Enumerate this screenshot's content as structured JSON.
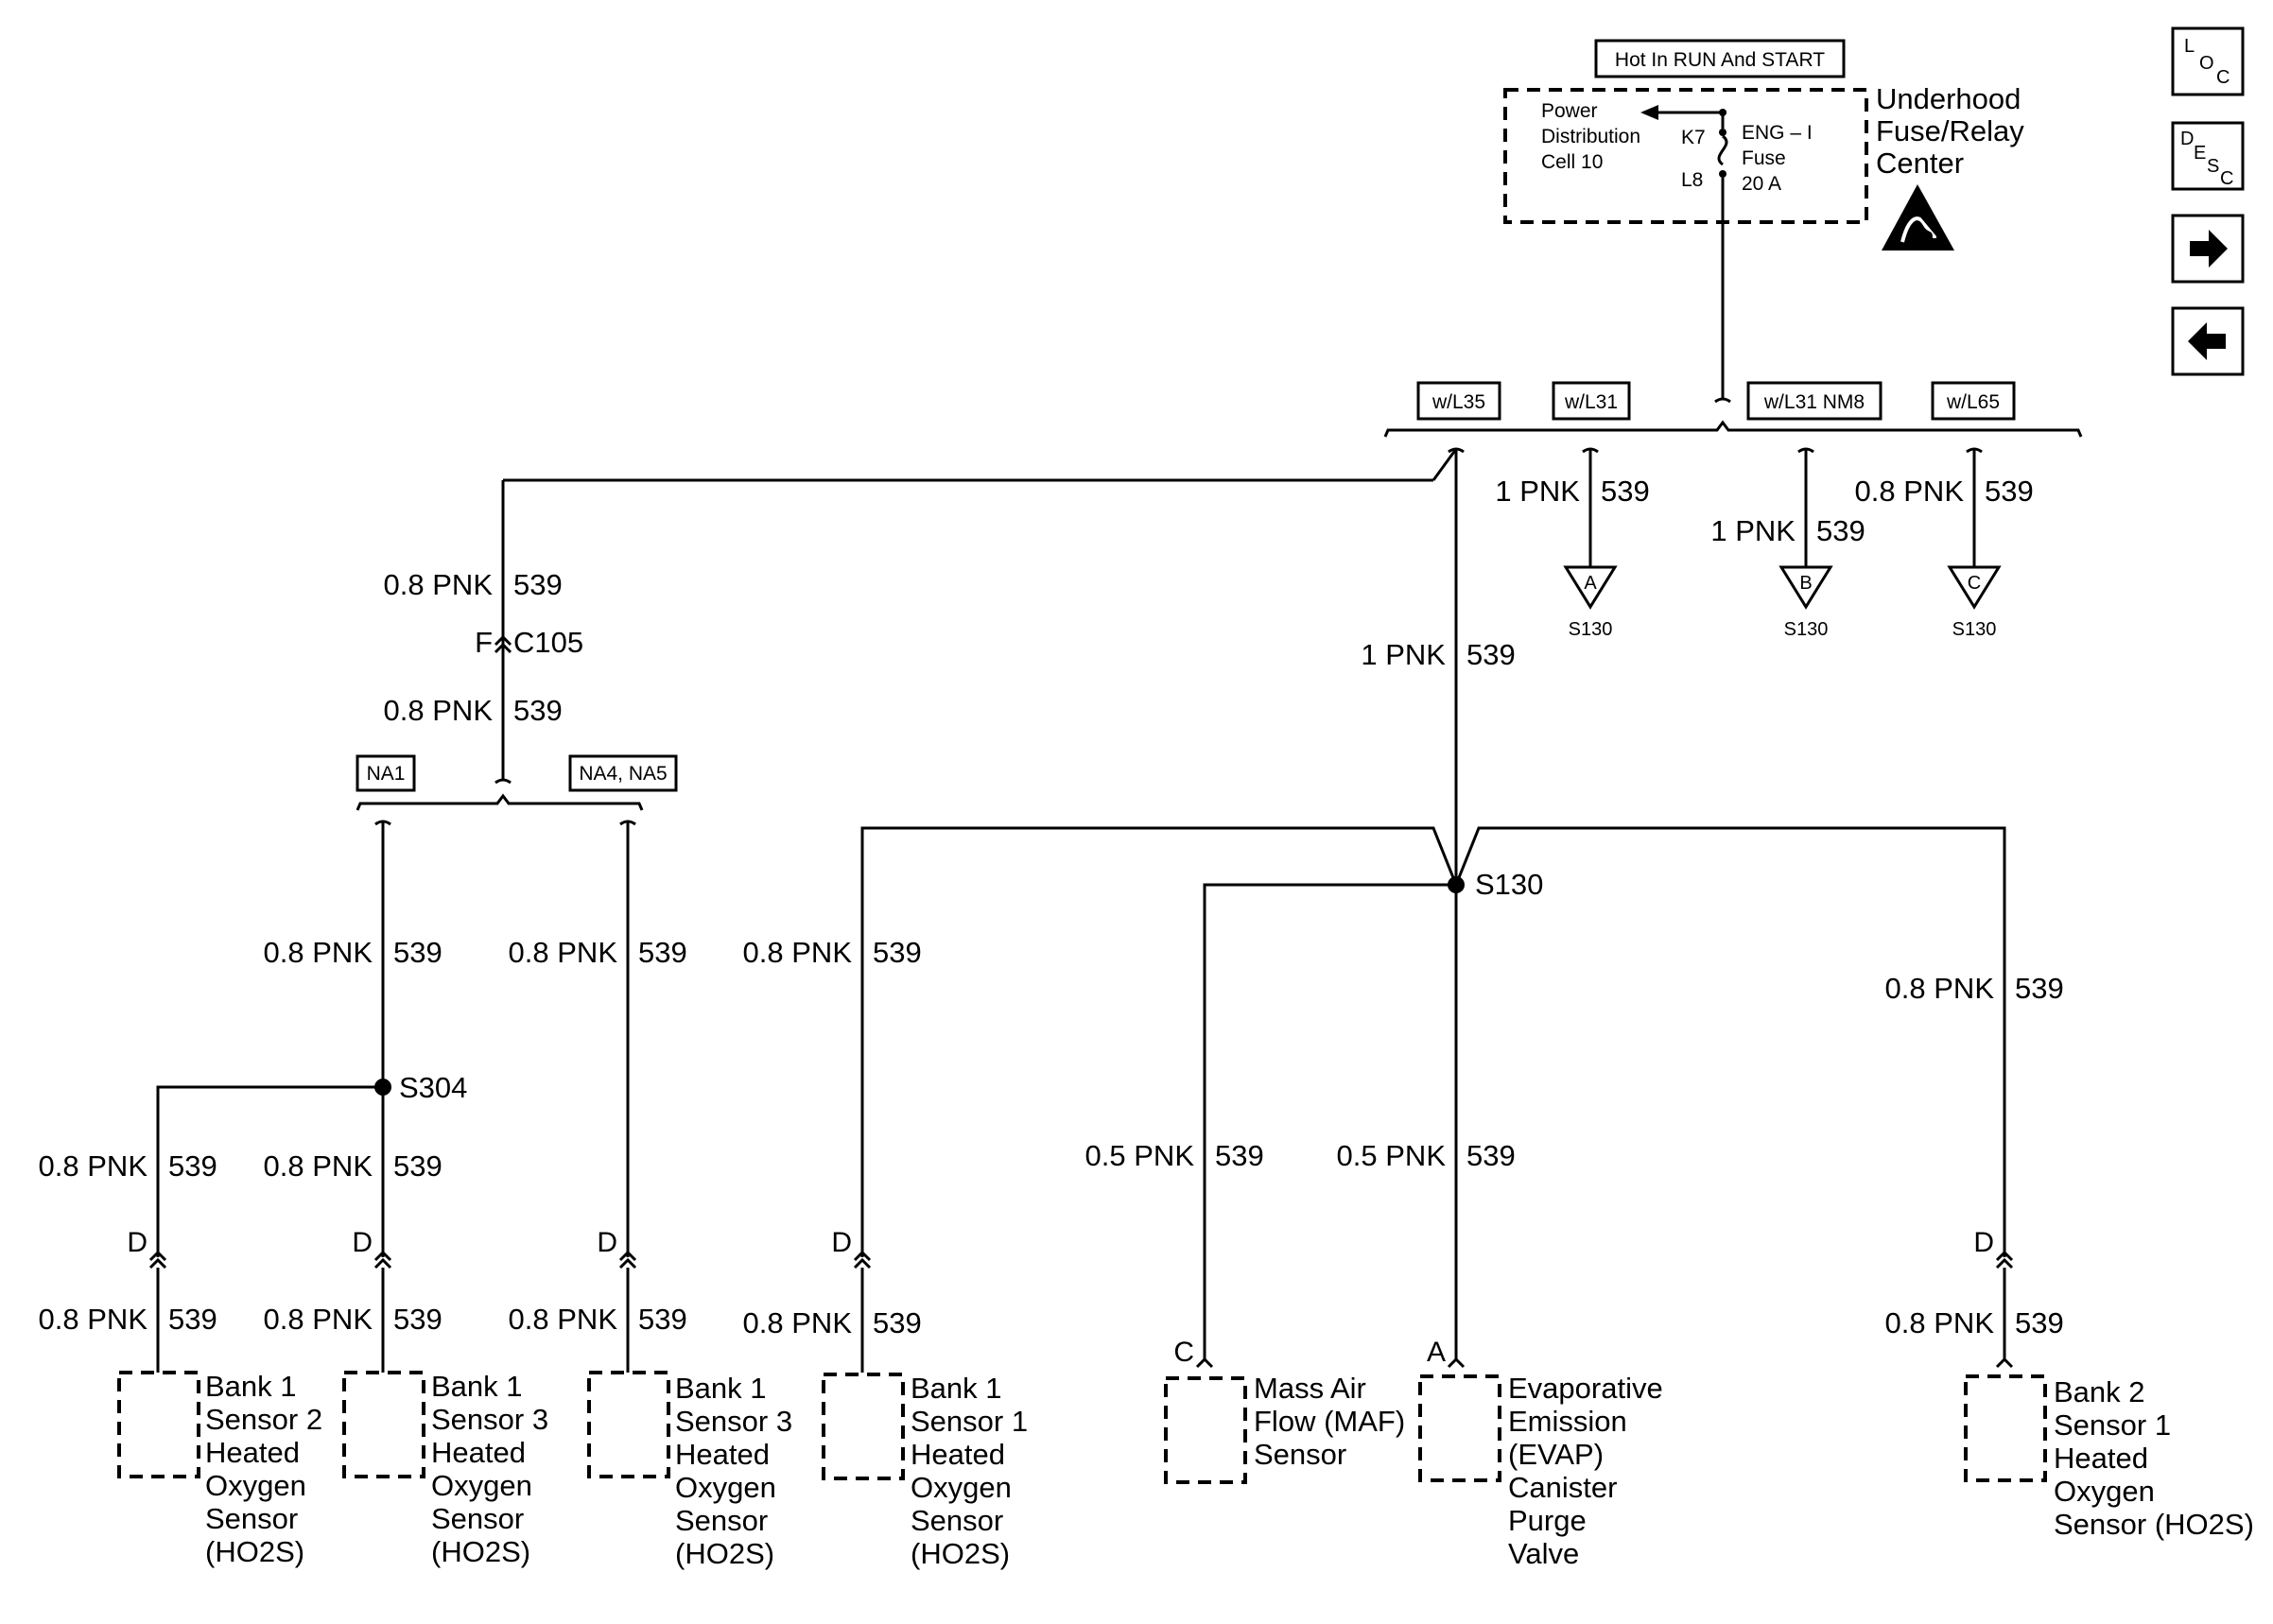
{
  "fuse_center": {
    "hot_label": "Hot In RUN And START",
    "title_lines": [
      "Underhood",
      "Fuse/Relay",
      "Center"
    ],
    "pd_lines": [
      "Power",
      "Distribution",
      "Cell 10"
    ],
    "k7": "K7",
    "l8": "L8",
    "fuse_lines": [
      "ENG – I",
      "Fuse",
      "20 A"
    ]
  },
  "options": {
    "w_l35": "w/L35",
    "w_l31": "w/L31",
    "w_l31_nm8": "w/L31 NM8",
    "w_l65": "w/L65",
    "na1": "NA1",
    "na4_na5": "NA4, NA5"
  },
  "wires": {
    "size_08": "0.8 PNK",
    "size_1": "1 PNK",
    "size_05": "0.5 PNK",
    "circuit": "539"
  },
  "splices": {
    "s130": "S130",
    "s304": "S304"
  },
  "connector_c105": {
    "pin": "F",
    "name": "C105"
  },
  "splice_refs": [
    {
      "letter": "A",
      "splice": "S130"
    },
    {
      "letter": "B",
      "splice": "S130"
    },
    {
      "letter": "C",
      "splice": "S130"
    }
  ],
  "components": [
    {
      "pin": "D",
      "lines": [
        "Bank 1",
        "Sensor 2",
        "Heated",
        "Oxygen",
        "Sensor",
        "(HO2S)"
      ]
    },
    {
      "pin": "D",
      "lines": [
        "Bank 1",
        "Sensor 3",
        "Heated",
        "Oxygen",
        "Sensor",
        "(HO2S)"
      ]
    },
    {
      "pin": "D",
      "lines": [
        "Bank 1",
        "Sensor 3",
        "Heated",
        "Oxygen",
        "Sensor",
        "(HO2S)"
      ]
    },
    {
      "pin": "D",
      "lines": [
        "Bank 1",
        "Sensor 1",
        "Heated",
        "Oxygen",
        "Sensor",
        "(HO2S)"
      ]
    },
    {
      "pin": "C",
      "lines": [
        "Mass Air",
        "Flow (MAF)",
        "Sensor"
      ]
    },
    {
      "pin": "A",
      "lines": [
        "Evaporative",
        "Emission",
        "(EVAP)",
        "Canister",
        "Purge",
        "Valve"
      ]
    },
    {
      "pin": "D",
      "lines": [
        "Bank 2",
        "Sensor 1",
        "Heated",
        "Oxygen",
        "Sensor (HO2S)"
      ]
    }
  ],
  "nav": {
    "loc_letters": [
      "L",
      "O",
      "C"
    ],
    "desc_letters": [
      "D",
      "E",
      "S",
      "C"
    ],
    "next": "next-arrow-icon",
    "prev": "previous-arrow-icon"
  }
}
